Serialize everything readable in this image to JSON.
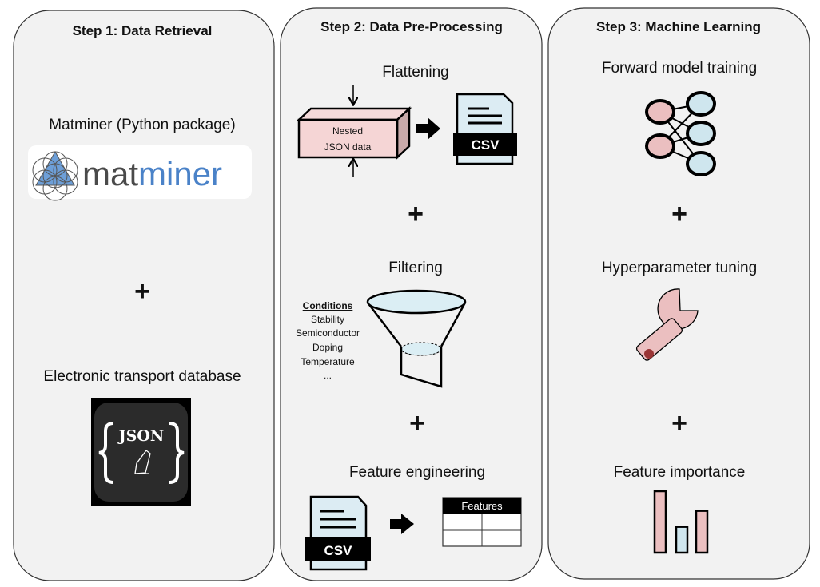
{
  "colors": {
    "panel": "#f2f2f2",
    "pink": "#ebbfc0",
    "blue": "#cfe6ee",
    "matminer_dark": "#4a4a4a",
    "matminer_blue": "#4a82c8",
    "wrench_dot": "#9b3535"
  },
  "step1": {
    "title": "Step 1: Data Retrieval",
    "matminer_label": "Matminer (Python package)",
    "logo_text_a": "mat",
    "logo_text_b": "miner",
    "plus": "+",
    "database_label": "Electronic transport  database",
    "json_icon_text": "JSON"
  },
  "step2": {
    "title": "Step 2: Data Pre-Processing",
    "flattening": {
      "label": "Flattening",
      "box_line1": "Nested",
      "box_line2": "JSON data",
      "csv": "CSV"
    },
    "plus1": "+",
    "filtering": {
      "label": "Filtering",
      "conditions_title": "Conditions",
      "conditions": [
        "Stability",
        "Semiconductor",
        "Doping",
        "Temperature",
        "..."
      ]
    },
    "plus2": "+",
    "feature_engineering": {
      "label": "Feature engineering",
      "csv": "CSV",
      "table_header": "Features"
    }
  },
  "step3": {
    "title": "Step 3: Machine Learning",
    "forward": "Forward model training",
    "plus1": "+",
    "hyper": "Hyperparameter tuning",
    "plus2": "+",
    "importance": "Feature importance",
    "importance_bars": [
      1.0,
      0.42,
      0.68
    ]
  }
}
